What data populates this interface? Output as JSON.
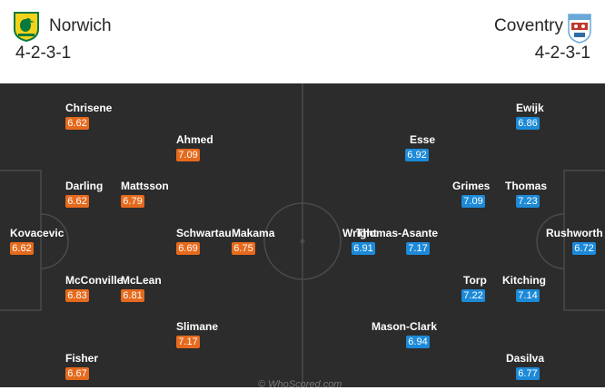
{
  "home": {
    "name": "Norwich",
    "formation": "4-2-3-1",
    "rating_color": "#e66a1d",
    "crest_icon": "canary-crest-icon",
    "players": [
      {
        "name": "Chrisene",
        "rating": "6.62"
      },
      {
        "name": "Ahmed",
        "rating": "7.09"
      },
      {
        "name": "Darling",
        "rating": "6.62"
      },
      {
        "name": "Mattsson",
        "rating": "6.79"
      },
      {
        "name": "Kovacevic",
        "rating": "6.62"
      },
      {
        "name": "Schwartau",
        "rating": "6.69"
      },
      {
        "name": "Makama",
        "rating": "6.75"
      },
      {
        "name": "McConville",
        "rating": "6.83"
      },
      {
        "name": "McLean",
        "rating": "6.81"
      },
      {
        "name": "Slimane",
        "rating": "7.17"
      },
      {
        "name": "Fisher",
        "rating": "6.67"
      }
    ]
  },
  "away": {
    "name": "Coventry",
    "formation": "4-2-3-1",
    "rating_color": "#1c8ad8",
    "crest_icon": "elephant-crest-icon",
    "players": [
      {
        "name": "Ewijk",
        "rating": "6.86"
      },
      {
        "name": "Esse",
        "rating": "6.92"
      },
      {
        "name": "Grimes",
        "rating": "7.09"
      },
      {
        "name": "Thomas",
        "rating": "7.23"
      },
      {
        "name": "Wright",
        "rating": "6.91"
      },
      {
        "name": "Thomas-Asante",
        "rating": "7.17"
      },
      {
        "name": "Rushworth",
        "rating": "6.72"
      },
      {
        "name": "Torp",
        "rating": "7.22"
      },
      {
        "name": "Kitching",
        "rating": "7.14"
      },
      {
        "name": "Mason-Clark",
        "rating": "6.94"
      },
      {
        "name": "Dasilva",
        "rating": "6.77"
      }
    ]
  },
  "pitch_color": "#2c2c2c",
  "watermark": "© WhoScored.com"
}
